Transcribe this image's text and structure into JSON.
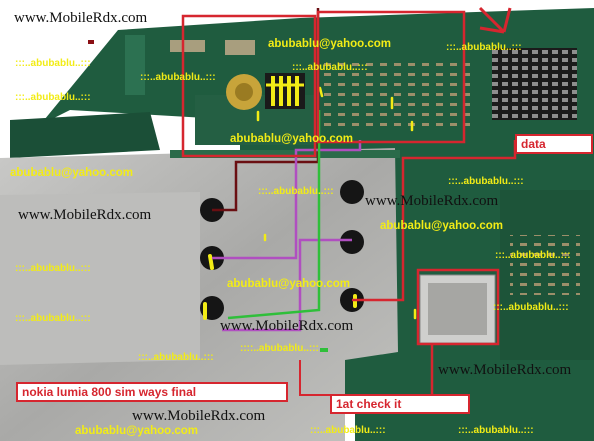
{
  "photo": {
    "subject": "nokia lumia 800 sim ways final",
    "board_color": "#1f5c3f",
    "metal_color": "#b4b4b2"
  },
  "labels": {
    "data": "data",
    "check": "1at check it",
    "caption": "nokia lumia 800 sim ways final"
  },
  "watermarks": {
    "site": "www.MobileRdx.com",
    "mail": "abubablu@yahoo.com",
    "nick": ":::..abubablu..:::",
    "nick_alt": "::::..abubablu..:::"
  },
  "colors": {
    "annotation": "#d6262f",
    "trace_dark_red": "#6a0f12",
    "trace_purple": "#b04fc0",
    "trace_green": "#2fbf3a",
    "highlight_yellow": "#f2ec16"
  }
}
